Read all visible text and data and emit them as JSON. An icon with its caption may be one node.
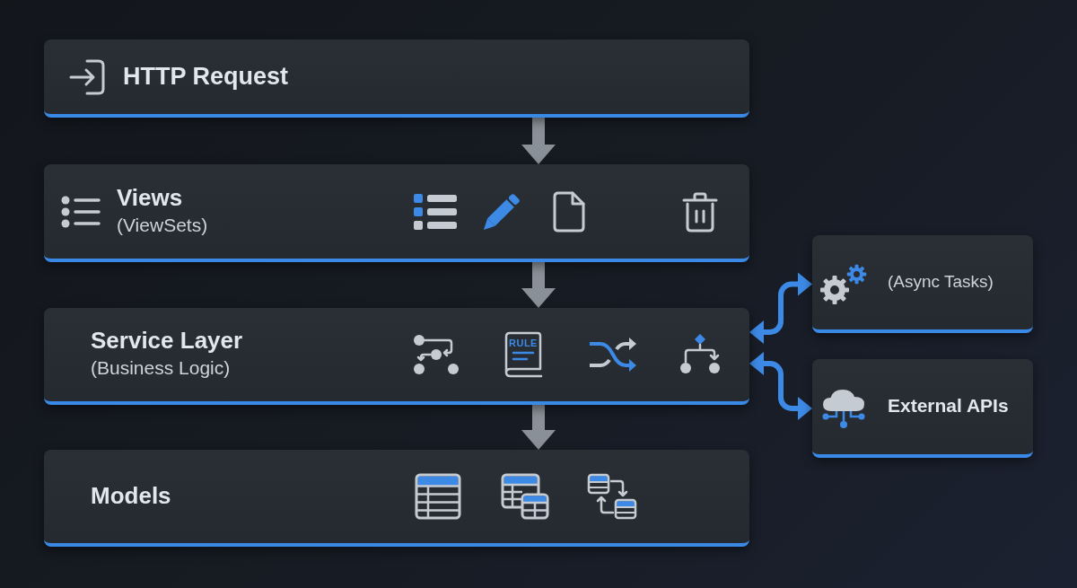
{
  "diagram": {
    "nodes": [
      {
        "text": [
          "HTTP Request"
        ]
      },
      {
        "text": [
          "Views",
          "(ViewSets)"
        ]
      },
      {
        "text": [
          "Service Layer",
          "(Business Logic)"
        ]
      },
      {
        "text": [
          "Models"
        ]
      },
      {
        "text": [
          "(Async Tasks)"
        ]
      },
      {
        "text": [
          "External APIs"
        ]
      }
    ],
    "edges": [
      {
        "from": 0,
        "to": 1,
        "arrow": "to"
      },
      {
        "from": 1,
        "to": 2,
        "arrow": "to"
      },
      {
        "from": 2,
        "to": 3,
        "arrow": "to"
      },
      {
        "from": 2,
        "to": 4,
        "arrow": "both",
        "color": "#3d8ae6"
      },
      {
        "from": 2,
        "to": 5,
        "arrow": "both",
        "color": "#3d8ae6"
      }
    ],
    "labels": [
      "RULE"
    ]
  }
}
